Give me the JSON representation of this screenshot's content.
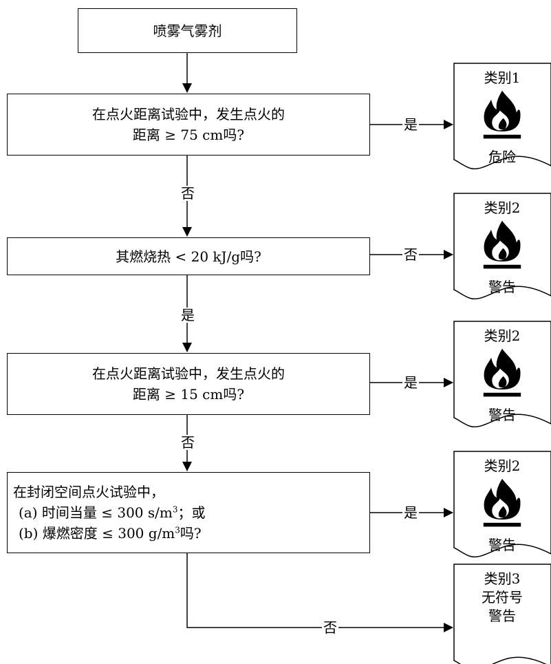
{
  "start": {
    "label": "喷雾气雾剂"
  },
  "questions": [
    {
      "lines": [
        "在点火距离试验中，发生点火的",
        "距离 ≥ 75 cm吗?"
      ]
    },
    {
      "lines": [
        "其燃烧热 < 20 kJ/g吗?"
      ]
    },
    {
      "lines": [
        "在点火距离试验中，发生点火的",
        "距离 ≥ 15 cm吗?"
      ]
    },
    {
      "lines": [
        "在封闭空间点火试验中，",
        "(a)  时间当量 ≤ 300 s/m",
        "3",
        "；或",
        "(b)  爆燃密度 ≤ 300 g/m",
        "3",
        "吗?"
      ]
    }
  ],
  "edges": {
    "q1_right": "是",
    "q1_down": "否",
    "q2_right": "否",
    "q2_down": "是",
    "q3_right": "是",
    "q3_down": "否",
    "q4_right": "是",
    "q4_down": "否"
  },
  "outcomes": [
    {
      "category": "类别1",
      "symbol": "flame-icon",
      "signal": "危险"
    },
    {
      "category": "类别2",
      "symbol": "flame-icon",
      "signal": "警告"
    },
    {
      "category": "类别2",
      "symbol": "flame-icon",
      "signal": "警告"
    },
    {
      "category": "类别2",
      "symbol": "flame-icon",
      "signal": "警告"
    },
    {
      "category": "类别3",
      "symbol_text": "无符号",
      "signal": "警告"
    }
  ]
}
